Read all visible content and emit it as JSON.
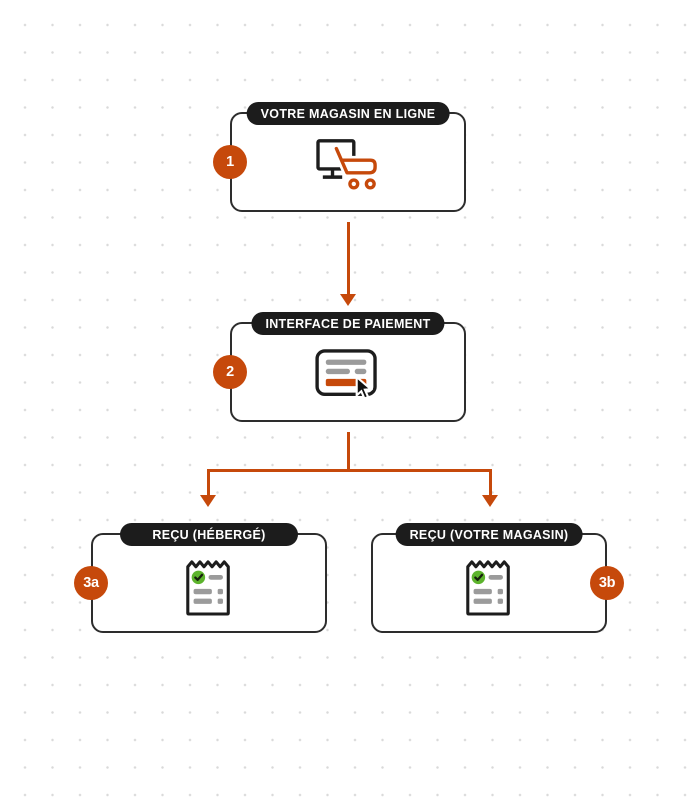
{
  "colors": {
    "accent": "#c6490b",
    "node-border": "#2d2d2d",
    "pill-bg": "#1c1c1c",
    "pill-text": "#ffffff",
    "icon-gray": "#9b9b9b",
    "icon-dark": "#1d1d1d",
    "success-green": "#5cb32c",
    "dot": "#d9d9d9"
  },
  "diagram": {
    "nodes": [
      {
        "id": "store",
        "badge": "1",
        "label": "VOTRE MAGASIN EN LIGNE",
        "icon": "monitor-shopping-cart-icon"
      },
      {
        "id": "payment",
        "badge": "2",
        "label": "INTERFACE DE PAIEMENT",
        "icon": "payment-form-cursor-icon"
      },
      {
        "id": "receipt-hosted",
        "badge": "3a",
        "label": "REÇU (HÉBERGÉ)",
        "icon": "receipt-check-icon"
      },
      {
        "id": "receipt-store",
        "badge": "3b",
        "label": "REÇU (VOTRE MAGASIN)",
        "icon": "receipt-check-icon"
      }
    ],
    "edges": [
      {
        "from": "store",
        "to": "payment"
      },
      {
        "from": "payment",
        "to": "receipt-hosted"
      },
      {
        "from": "payment",
        "to": "receipt-store"
      }
    ]
  }
}
